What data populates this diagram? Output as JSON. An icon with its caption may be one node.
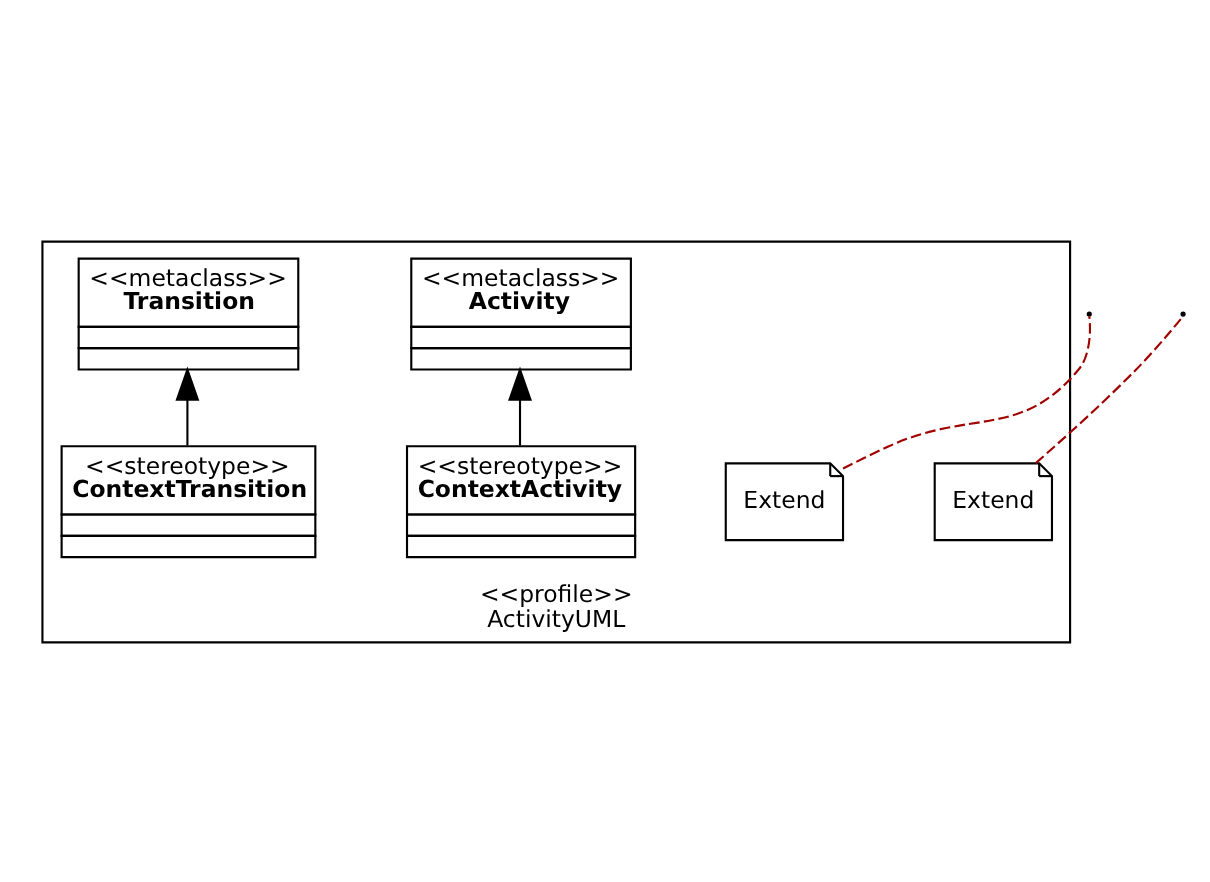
{
  "diagram": {
    "nodes": [
      {
        "text": [
          "<<profile>>",
          "ActivityUML"
        ]
      },
      {
        "text": [
          "<<metaclass>>",
          "Activity"
        ],
        "in": 0
      },
      {
        "text": [
          "<<metaclass>>",
          "Transition"
        ],
        "in": 0
      },
      {
        "text": [
          "Extend"
        ],
        "in": 0
      },
      {
        "text": [
          "Extend"
        ],
        "in": 0
      },
      {
        "text": [
          "<<stereotype>>",
          "ContextActivity"
        ],
        "in": 0
      },
      {
        "text": [
          "<<stereotype>>",
          "ContextTransition"
        ],
        "in": 0
      }
    ],
    "edges": [
      {
        "from": 5,
        "to": 1,
        "arrow": "to"
      },
      {
        "from": 6,
        "to": 2,
        "arrow": "to"
      },
      {
        "from": 3,
        "to": null,
        "arrow": "none",
        "style": "dashed",
        "color": "#a00000"
      },
      {
        "from": 4,
        "to": null,
        "arrow": "none",
        "style": "dashed",
        "color": "#a00000"
      }
    ]
  }
}
